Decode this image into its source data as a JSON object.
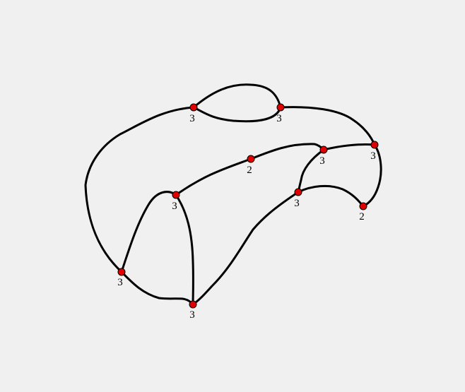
{
  "graph": {
    "node_color": "#e00000",
    "edge_color": "#000000",
    "background": "#f0f0f0",
    "nodes": [
      {
        "id": "n1",
        "label": "3"
      },
      {
        "id": "n2",
        "label": "3"
      },
      {
        "id": "n3",
        "label": "2"
      },
      {
        "id": "n4",
        "label": "3"
      },
      {
        "id": "n5",
        "label": "3"
      },
      {
        "id": "n6",
        "label": "3"
      },
      {
        "id": "n7",
        "label": "3"
      },
      {
        "id": "n8",
        "label": "2"
      },
      {
        "id": "n9",
        "label": "3"
      },
      {
        "id": "n10",
        "label": "3"
      }
    ],
    "edges": [
      {
        "from": "n1",
        "to": "n2"
      },
      {
        "from": "n1",
        "to": "n2"
      },
      {
        "from": "n2",
        "to": "n5"
      },
      {
        "from": "n1",
        "to": "n9"
      },
      {
        "from": "n4",
        "to": "n5"
      },
      {
        "from": "n4",
        "to": "n6"
      },
      {
        "from": "n5",
        "to": "n8"
      },
      {
        "from": "n6",
        "to": "n8"
      },
      {
        "from": "n3",
        "to": "n4"
      },
      {
        "from": "n3",
        "to": "n7"
      },
      {
        "from": "n6",
        "to": "n10"
      },
      {
        "from": "n7",
        "to": "n9"
      },
      {
        "from": "n7",
        "to": "n10"
      },
      {
        "from": "n9",
        "to": "n10"
      }
    ]
  }
}
